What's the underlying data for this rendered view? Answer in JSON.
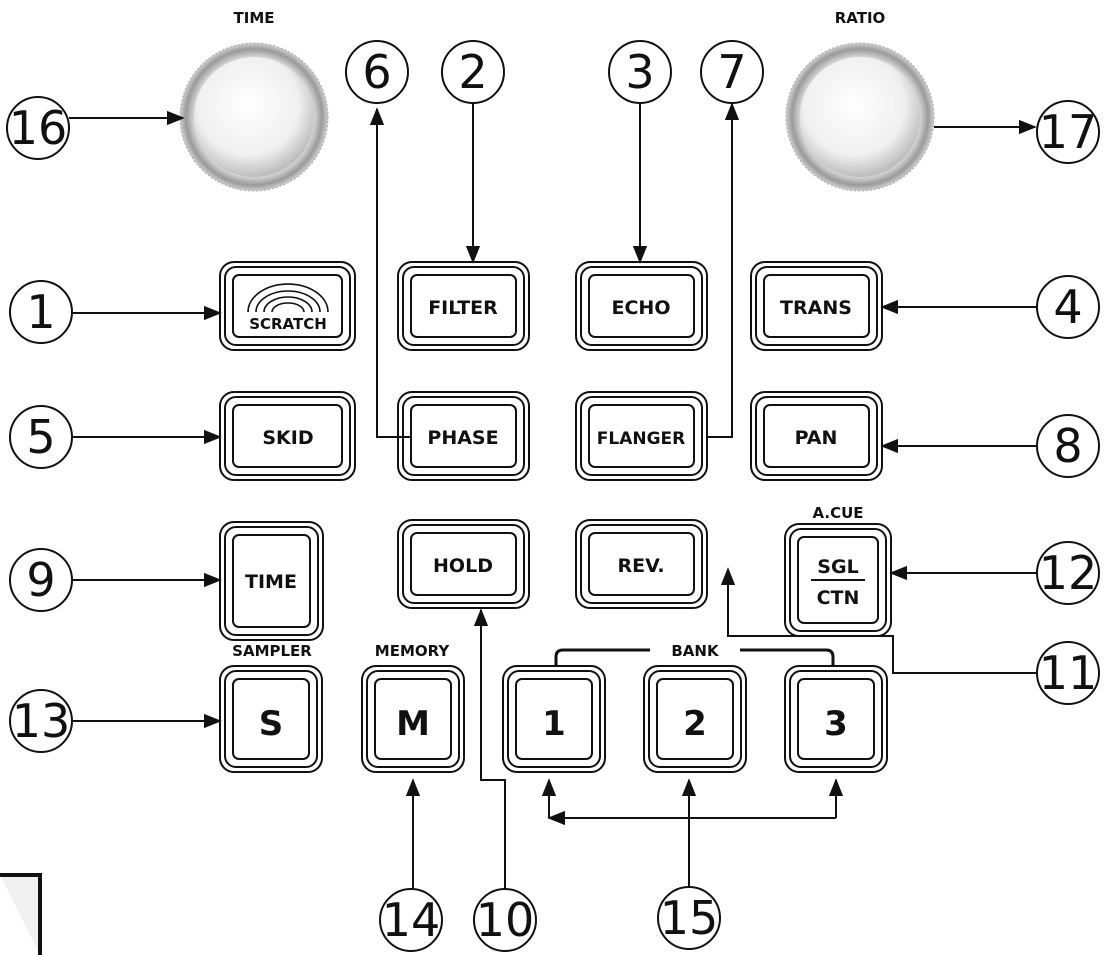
{
  "knobs": {
    "time_label": "TIME",
    "ratio_label": "RATIO"
  },
  "callouts": {
    "n1": "1",
    "n2": "2",
    "n3": "3",
    "n4": "4",
    "n5": "5",
    "n6": "6",
    "n7": "7",
    "n8": "8",
    "n9": "9",
    "n10": "10",
    "n11": "11",
    "n12": "12",
    "n13": "13",
    "n14": "14",
    "n15": "15",
    "n16": "16",
    "n17": "17"
  },
  "buttons": {
    "scratch": "SCRATCH",
    "filter": "FILTER",
    "echo": "ECHO",
    "trans": "TRANS",
    "skid": "SKID",
    "phase": "PHASE",
    "flanger": "FLANGER",
    "pan": "PAN",
    "time": "TIME",
    "hold": "HOLD",
    "rev": "REV.",
    "sgl": "SGL",
    "ctn": "CTN",
    "sampler": "S",
    "memory": "M",
    "bank1": "1",
    "bank2": "2",
    "bank3": "3"
  },
  "section_labels": {
    "acue": "A.CUE",
    "sampler": "SAMPLER",
    "memory": "MEMORY",
    "bank": "BANK"
  }
}
